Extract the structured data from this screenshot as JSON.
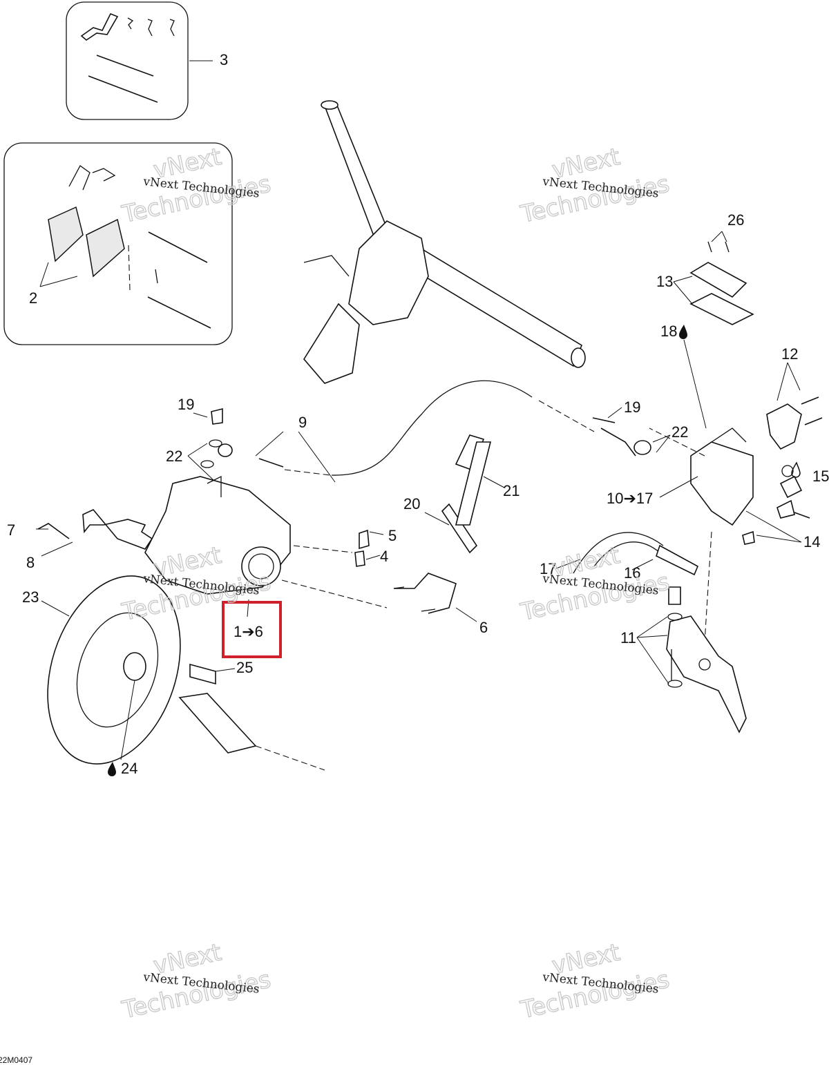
{
  "diagram_code": "22M0407",
  "watermark": {
    "line1": "vNext Technologies",
    "line2": "vNext",
    "line3": "Technologies"
  },
  "highlight_color": "#d0202a",
  "labels": {
    "l_1_6": "1➔6",
    "l_2": "2",
    "l_3": "3",
    "l_4": "4",
    "l_5": "5",
    "l_6": "6",
    "l_7": "7",
    "l_8": "8",
    "l_9": "9",
    "l_10_17": "10➔17",
    "l_11": "11",
    "l_12": "12",
    "l_13": "13",
    "l_14": "14",
    "l_15": "15",
    "l_16": "16",
    "l_17": "17",
    "l_18": "18",
    "l_19a": "19",
    "l_19b": "19",
    "l_20": "20",
    "l_21": "21",
    "l_22a": "22",
    "l_22b": "22",
    "l_23": "23",
    "l_24": "24",
    "l_25": "25",
    "l_26": "26"
  },
  "icons": {
    "drop": "oil-drop-icon",
    "arrow": "arrow-right-icon"
  }
}
